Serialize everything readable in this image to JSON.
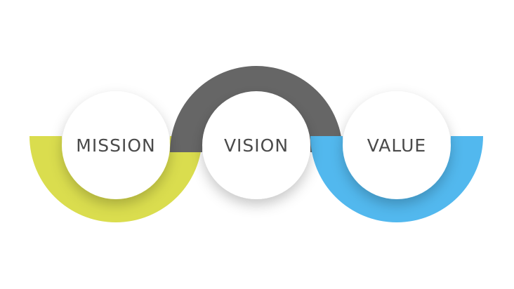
{
  "diagram": {
    "colors": {
      "mission_arc": "#dadd4e",
      "vision_arc": "#666666",
      "value_arc": "#52b8ee",
      "circle_fill": "#ffffff",
      "label_color": "#4a4a4a"
    },
    "nodes": [
      {
        "label": "MISSION",
        "arc_color_key": "mission_arc",
        "arc_side": "bottom"
      },
      {
        "label": "VISION",
        "arc_color_key": "vision_arc",
        "arc_side": "top"
      },
      {
        "label": "VALUE",
        "arc_color_key": "value_arc",
        "arc_side": "bottom"
      }
    ]
  }
}
